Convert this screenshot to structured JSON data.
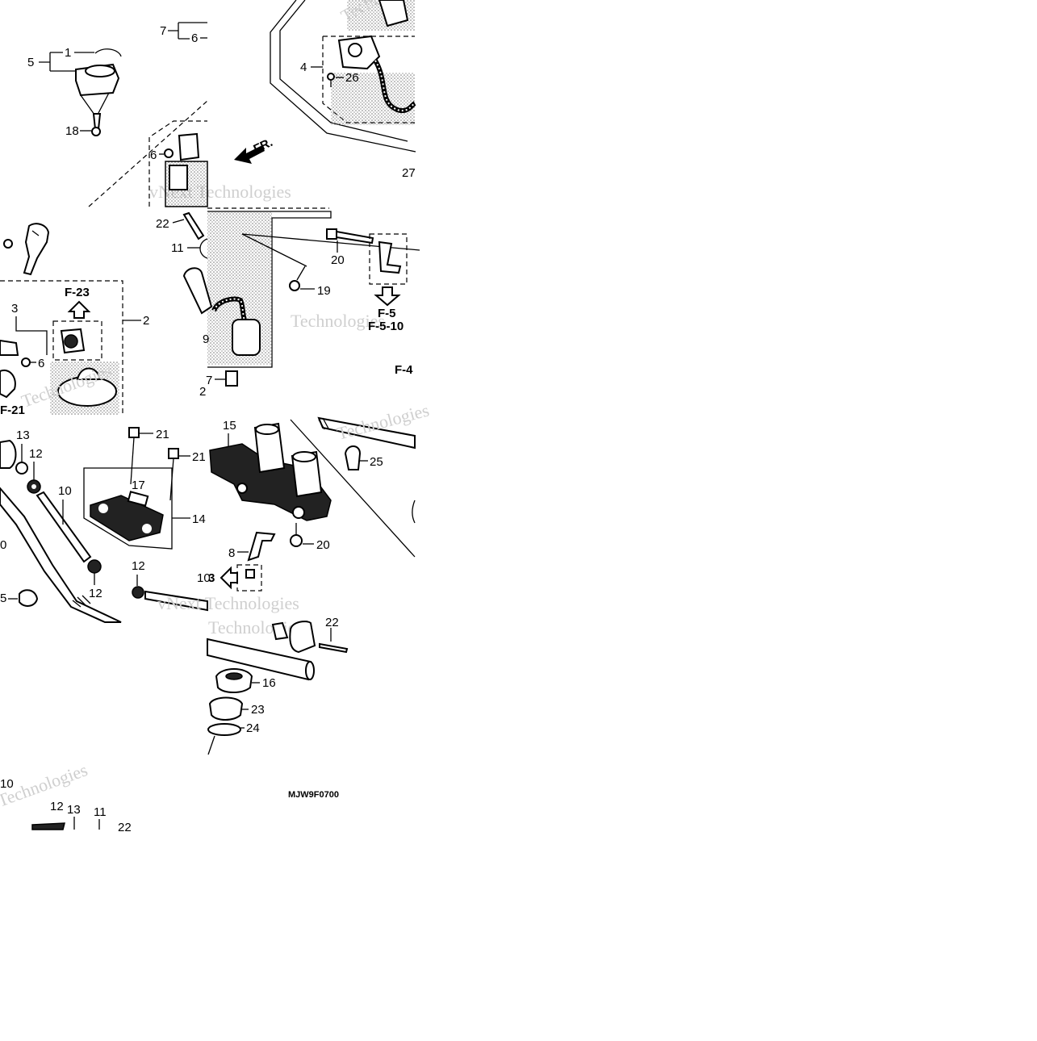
{
  "diagram": {
    "code": "MJW9F0700",
    "watermark": "vNext Technologies",
    "watermark_short": "Technologies",
    "direction": "FR.",
    "refs": {
      "f23": "F-23",
      "f5": "F-5",
      "f510": "F-5-10",
      "f4": "F-4",
      "f21": "F-21",
      "f3": "3"
    },
    "callouts": {
      "n1": "1",
      "n2": "2",
      "n3": "3",
      "n4": "4",
      "n5": "5",
      "n5b": "5",
      "n6a": "6",
      "n6b": "6",
      "n6c": "6",
      "n7a": "7",
      "n7b": "7",
      "n8": "8",
      "n9": "9",
      "n10a": "10",
      "n10b": "10",
      "n10c": "10",
      "n11a": "11",
      "n11b": "11",
      "n12a": "12",
      "n12b": "12",
      "n12c": "12",
      "n12d": "12",
      "n13a": "13",
      "n13b": "13",
      "n14": "14",
      "n15": "15",
      "n16": "16",
      "n17": "17",
      "n18": "18",
      "n19": "19",
      "n20a": "20",
      "n20b": "20",
      "n20c": "0",
      "n21a": "21",
      "n21b": "21",
      "n22a": "22",
      "n22b": "22",
      "n22c": "22",
      "n23": "23",
      "n24": "24",
      "n25": "25",
      "n26": "26",
      "n27": "27",
      "n28": "2"
    }
  }
}
